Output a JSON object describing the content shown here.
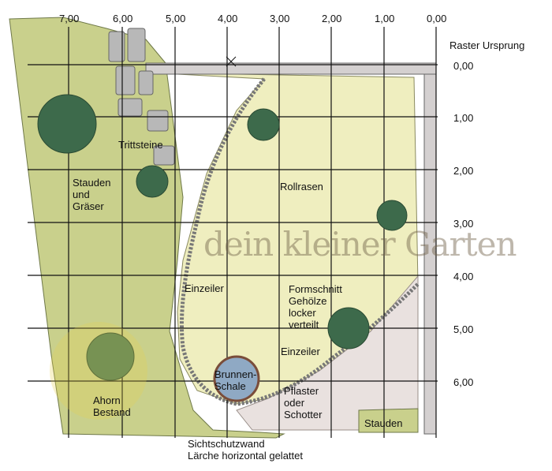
{
  "grid": {
    "x_labels": [
      "7,00",
      "6,00",
      "5,00",
      "4,00",
      "3,00",
      "2,00",
      "1,00",
      "0,00"
    ],
    "y_labels": [
      "0,00",
      "1,00",
      "2,00",
      "3,00",
      "4,00",
      "5,00",
      "6,00"
    ],
    "origin_label": "Raster Ursprung"
  },
  "labels": {
    "trittsteine": "Trittsteine",
    "stauden_graeser": "Stauden\nund\nGräser",
    "rollrasen": "Rollrasen",
    "einzeiler_left": "Einzeiler",
    "formschnitt": "Formschnitt\nGehölze\nlocker\nverteilt",
    "einzeiler_right": "Einzeiler",
    "brunnen": "Brunnen-\nSchale",
    "pflaster": "Pflaster\noder\nSchotter",
    "ahorn": "Ahorn\nBestand",
    "stauden": "Stauden",
    "sichtschutz": "Sichtschutzwand\nLärche horizontal gelattet"
  },
  "watermark": "dein kleiner Garten",
  "colors": {
    "lawn": "#efeebf",
    "planting": "#c9d08c",
    "paving": "#e9e1df",
    "wall": "#d4d0d0",
    "shrub": "#3d6a4b",
    "water": "#8fa9c4",
    "grid": "#111111"
  }
}
